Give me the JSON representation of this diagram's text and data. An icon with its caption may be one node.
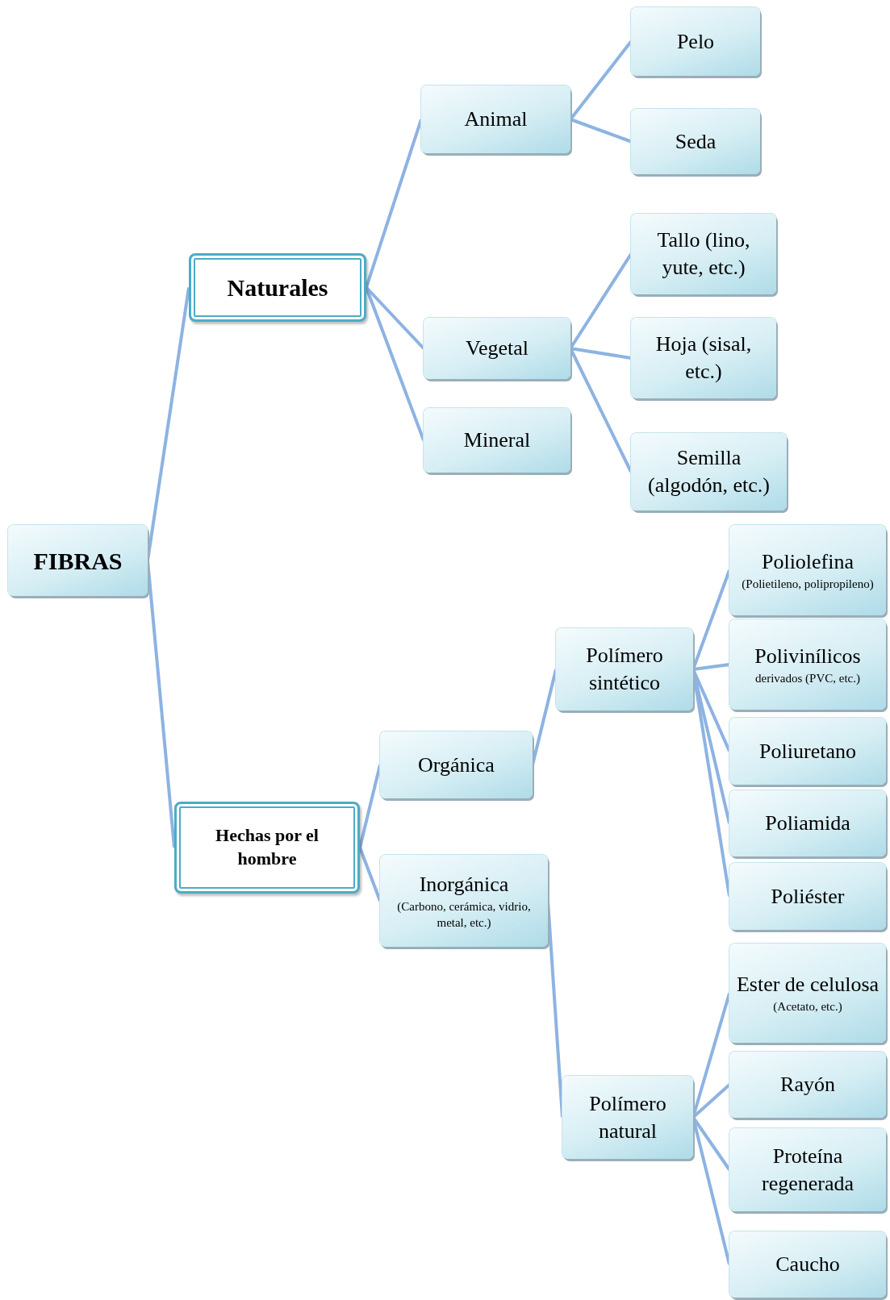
{
  "diagram": {
    "nodes": [
      {
        "text": [
          "FIBRAS"
        ]
      },
      {
        "text": [
          "Naturales"
        ]
      },
      {
        "text": [
          "Animal"
        ]
      },
      {
        "text": [
          "Pelo"
        ]
      },
      {
        "text": [
          "Seda"
        ]
      },
      {
        "text": [
          "Vegetal"
        ]
      },
      {
        "text": [
          "Tallo (lino, yute, etc.)"
        ]
      },
      {
        "text": [
          "Hoja (sisal, etc.)"
        ]
      },
      {
        "text": [
          "Semilla (algodón, etc.)"
        ]
      },
      {
        "text": [
          "Mineral"
        ]
      },
      {
        "text": [
          "Hechas por el hombre"
        ]
      },
      {
        "text": [
          "Orgánica"
        ]
      },
      {
        "text": [
          "Polímero sintético"
        ]
      },
      {
        "text": [
          "Poliolefina",
          "(Polietileno, polipropileno)"
        ]
      },
      {
        "text": [
          "Polivinílicos",
          "derivados (PVC, etc.)"
        ]
      },
      {
        "text": [
          "Poliuretano"
        ]
      },
      {
        "text": [
          "Poliamida"
        ]
      },
      {
        "text": [
          "Poliéster"
        ]
      },
      {
        "text": [
          "Inorgánica",
          "(Carbono, cerámica, vidrio, metal, etc.)"
        ]
      },
      {
        "text": [
          "Polímero natural"
        ]
      },
      {
        "text": [
          "Ester de celulosa",
          "(Acetato, etc.)"
        ]
      },
      {
        "text": [
          "Rayón"
        ]
      },
      {
        "text": [
          "Proteína regenerada"
        ]
      },
      {
        "text": [
          "Caucho"
        ]
      }
    ],
    "edges": [
      {
        "from": 0,
        "to": 1,
        "arrow": "none"
      },
      {
        "from": 0,
        "to": 10,
        "arrow": "none"
      },
      {
        "from": 1,
        "to": 2,
        "arrow": "none"
      },
      {
        "from": 1,
        "to": 5,
        "arrow": "none"
      },
      {
        "from": 1,
        "to": 9,
        "arrow": "none"
      },
      {
        "from": 2,
        "to": 3,
        "arrow": "none"
      },
      {
        "from": 2,
        "to": 4,
        "arrow": "none"
      },
      {
        "from": 5,
        "to": 6,
        "arrow": "none"
      },
      {
        "from": 5,
        "to": 7,
        "arrow": "none"
      },
      {
        "from": 5,
        "to": 8,
        "arrow": "none"
      },
      {
        "from": 10,
        "to": 11,
        "arrow": "none"
      },
      {
        "from": 10,
        "to": 18,
        "arrow": "none"
      },
      {
        "from": 11,
        "to": 12,
        "arrow": "none"
      },
      {
        "from": 12,
        "to": 13,
        "arrow": "none"
      },
      {
        "from": 12,
        "to": 14,
        "arrow": "none"
      },
      {
        "from": 12,
        "to": 15,
        "arrow": "none"
      },
      {
        "from": 12,
        "to": 16,
        "arrow": "none"
      },
      {
        "from": 12,
        "to": 17,
        "arrow": "none"
      },
      {
        "from": 18,
        "to": 19,
        "arrow": "none"
      },
      {
        "from": 19,
        "to": 20,
        "arrow": "none"
      },
      {
        "from": 19,
        "to": 21,
        "arrow": "none"
      },
      {
        "from": 19,
        "to": 22,
        "arrow": "none"
      },
      {
        "from": 19,
        "to": 23,
        "arrow": "none"
      }
    ]
  }
}
